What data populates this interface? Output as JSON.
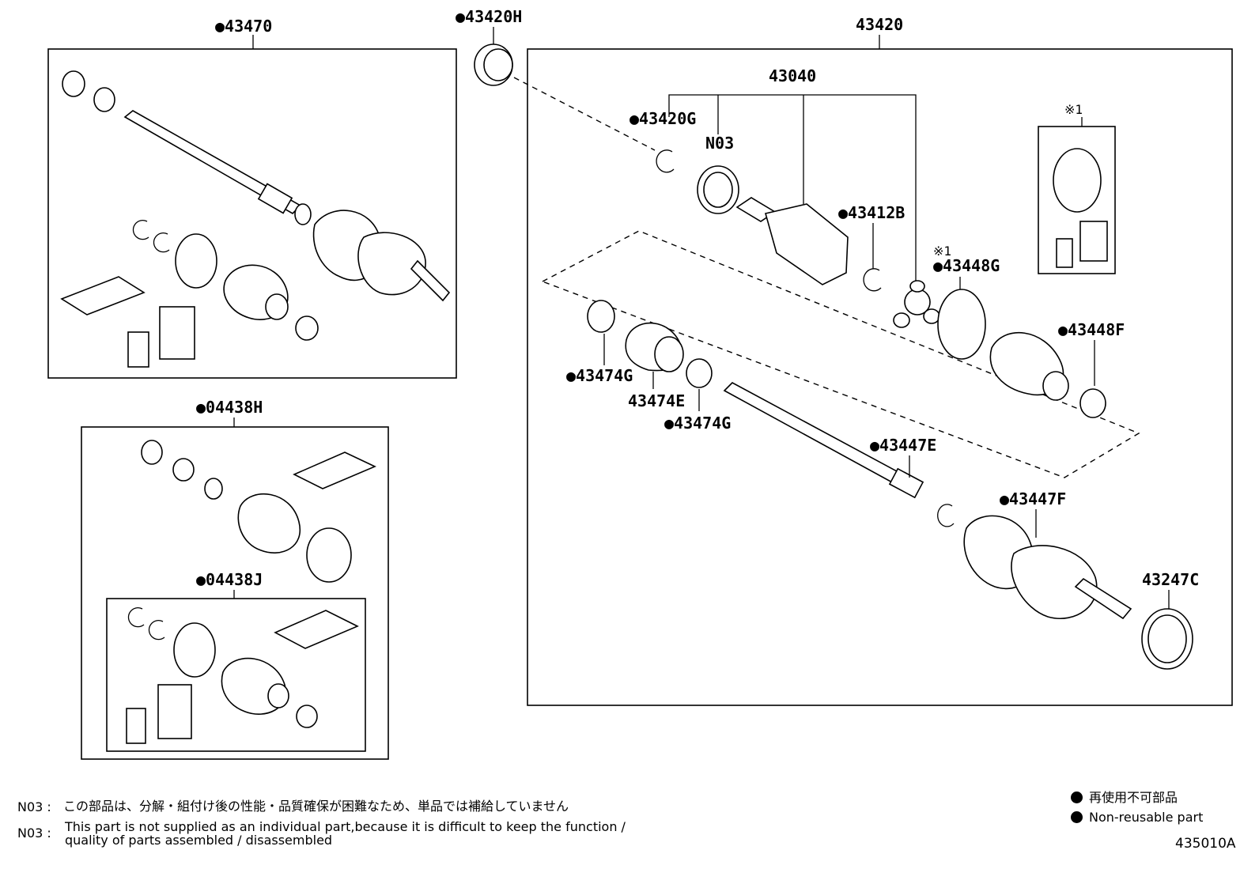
{
  "labels": {
    "p43470": "●43470",
    "p43420H": "●43420H",
    "p43420": "43420",
    "p43040": "43040",
    "p43420G": "●43420G",
    "pN03": "N03",
    "p43412B": "●43412B",
    "pNote1": "※1",
    "pNote1b": "※1",
    "p43448G": "●43448G",
    "p43448F": "●43448F",
    "p43474G_a": "●43474G",
    "p43474E": "43474E",
    "p43474G_b": "●43474G",
    "p43447E": "●43447E",
    "p43447F": "●43447F",
    "p43247C": "43247C",
    "p04438H": "●04438H",
    "p04438J": "●04438J"
  },
  "notes": {
    "jp_code": "N03 :",
    "jp_text": "この部品は、分解・組付け後の性能・品質確保が困難なため、単品では補給していません",
    "en_code": "N03 :",
    "en_line1": "This part is not supplied as an individual part,because it is difficult to keep the function /",
    "en_line2": "quality of parts assembled / disassembled"
  },
  "legend": {
    "jp": "再使用不可部品",
    "en": "Non-reusable part"
  },
  "doc_id": "435010A"
}
